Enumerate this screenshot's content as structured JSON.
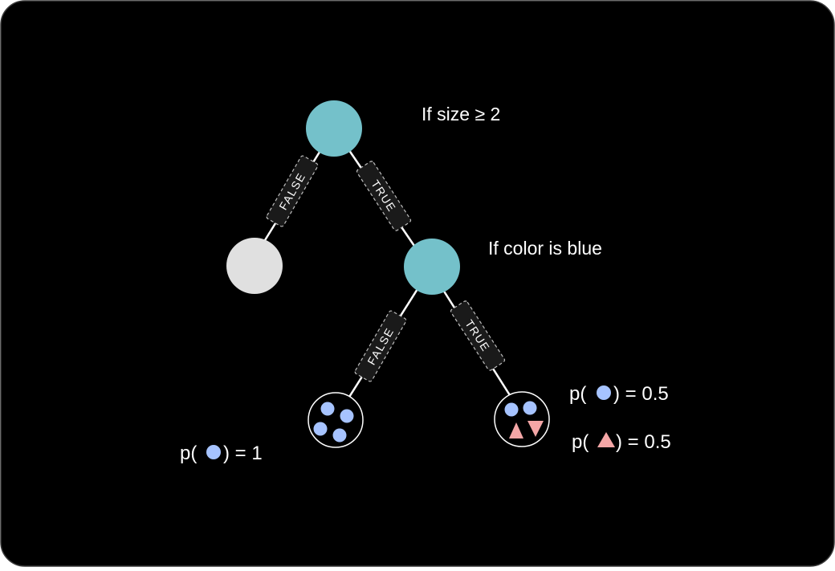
{
  "diagram": {
    "root_condition": "If size ≥ 2",
    "child_condition": "If color is blue",
    "edge_labels": {
      "root_false": "FALSE",
      "root_true": "TRUE",
      "child_false": "FALSE",
      "child_true": "TRUE"
    },
    "leaf_left": {
      "prob_prefix": "p(",
      "prob_symbol": "circle",
      "prob_suffix": ") = 1"
    },
    "leaf_right": {
      "prob_circle": {
        "prefix": "p(",
        "symbol": "circle",
        "suffix": ") = 0.5"
      },
      "prob_triangle": {
        "prefix": "p(",
        "symbol": "triangle",
        "suffix": ") = 0.5"
      }
    }
  },
  "colors": {
    "background": "#000000",
    "frame_border": "#3a3a3a",
    "node_teal": "#74c1ca",
    "node_gray": "#e0e0e0",
    "edge_line": "#ffffff",
    "badge_fill": "#1a1a1a",
    "badge_border": "#bdbdbd",
    "text": "#ffffff",
    "dot_blue": "#a6c3ff",
    "triangle_pink": "#f4a6a6"
  }
}
